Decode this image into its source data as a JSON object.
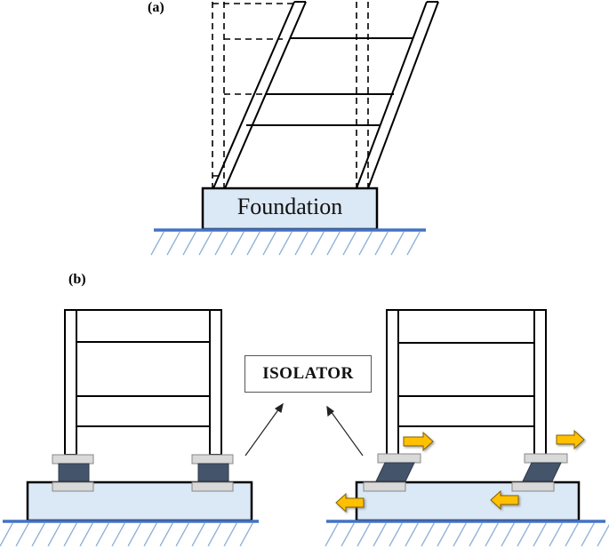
{
  "panel_a": {
    "label": "(a)",
    "foundation_label": "Foundation"
  },
  "panel_b": {
    "label": "(b)",
    "isolator_label": "ISOLATOR"
  },
  "colors": {
    "foundation_fill": "#dbe8f5",
    "ground_line": "#4472c4",
    "hatch": "#8fb0d9",
    "isolator_plate": "#d9d9d9",
    "isolator_core": "#44546a",
    "arrow_fill": "#ffc000",
    "arrow_stroke": "#7f6000"
  }
}
